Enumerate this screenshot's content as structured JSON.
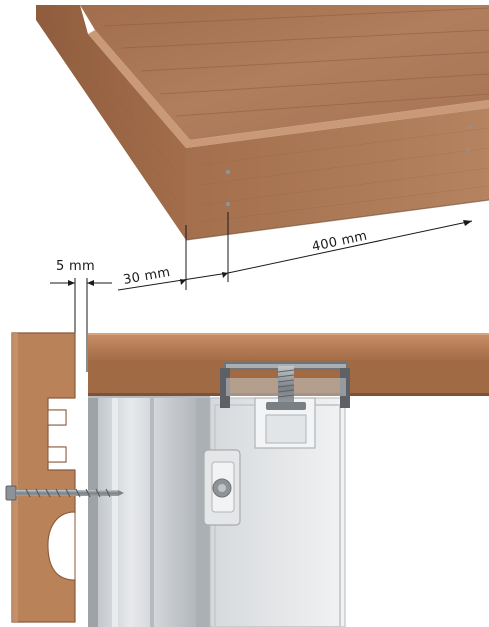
{
  "dimensions": {
    "gap": "5 mm",
    "edge_thickness": "30 mm",
    "board_length": "400 mm"
  },
  "colors": {
    "wood_top": "#a87655",
    "wood_side": "#a36e4b",
    "wood_front": "#b07c58",
    "wood_profile": "#b98258",
    "aluminium": "#cfd3d6",
    "aluminium_dark": "#9ea3a7",
    "steel": "#8d9297",
    "line": "#1a1a1a"
  }
}
